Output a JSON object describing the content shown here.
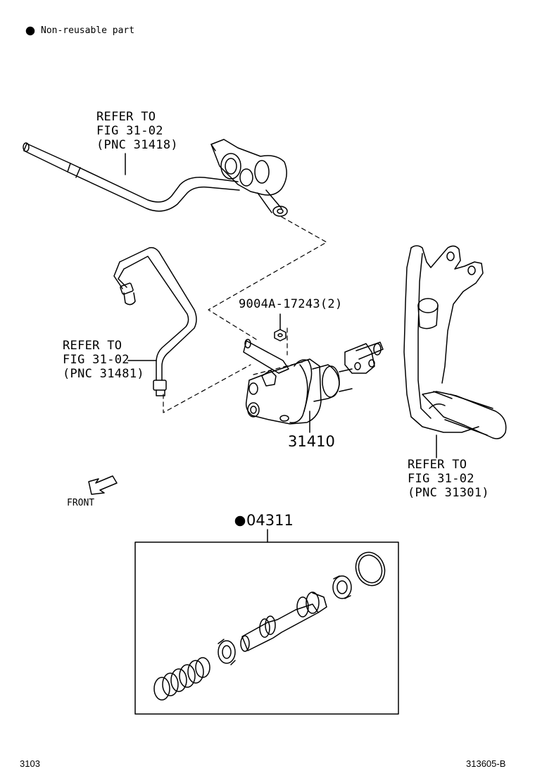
{
  "legend": {
    "bullet_label": "Non-reusable part"
  },
  "callouts": {
    "pipe_upper": {
      "line1": "REFER TO",
      "line2": "FIG 31-02",
      "line3": "(PNC 31418)"
    },
    "pipe_left": {
      "line1": "REFER TO",
      "line2": "FIG 31-02",
      "line3": "(PNC 31481)"
    },
    "pedal": {
      "line1": "REFER TO",
      "line2": "FIG 31-02",
      "line3": "(PNC 31301)"
    }
  },
  "parts": {
    "nut": "9004A-17243(2)",
    "master_cylinder": "31410",
    "repair_kit": "04311"
  },
  "direction": {
    "front_label": "FRONT"
  },
  "footer": {
    "left_code": "3103",
    "right_code": "313605-B"
  }
}
